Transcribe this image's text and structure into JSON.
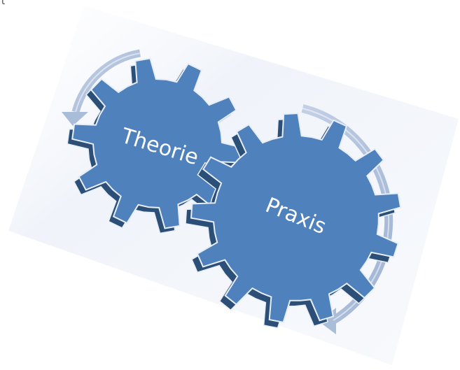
{
  "corner_mark": "t",
  "gears": [
    {
      "id": "theorie",
      "label": "Theorie"
    },
    {
      "id": "praxis",
      "label": "Praxis"
    }
  ],
  "colors": {
    "gear_face": "#4f81bd",
    "gear_side": "#2c4f78",
    "gear_edge": "#e7eef7",
    "arrow": "#a9bcd8",
    "arrow_dark": "#8da5c9",
    "backdrop": "#eef2f9"
  },
  "icons": [
    "gear-icon",
    "rotation-arrow-icon"
  ]
}
